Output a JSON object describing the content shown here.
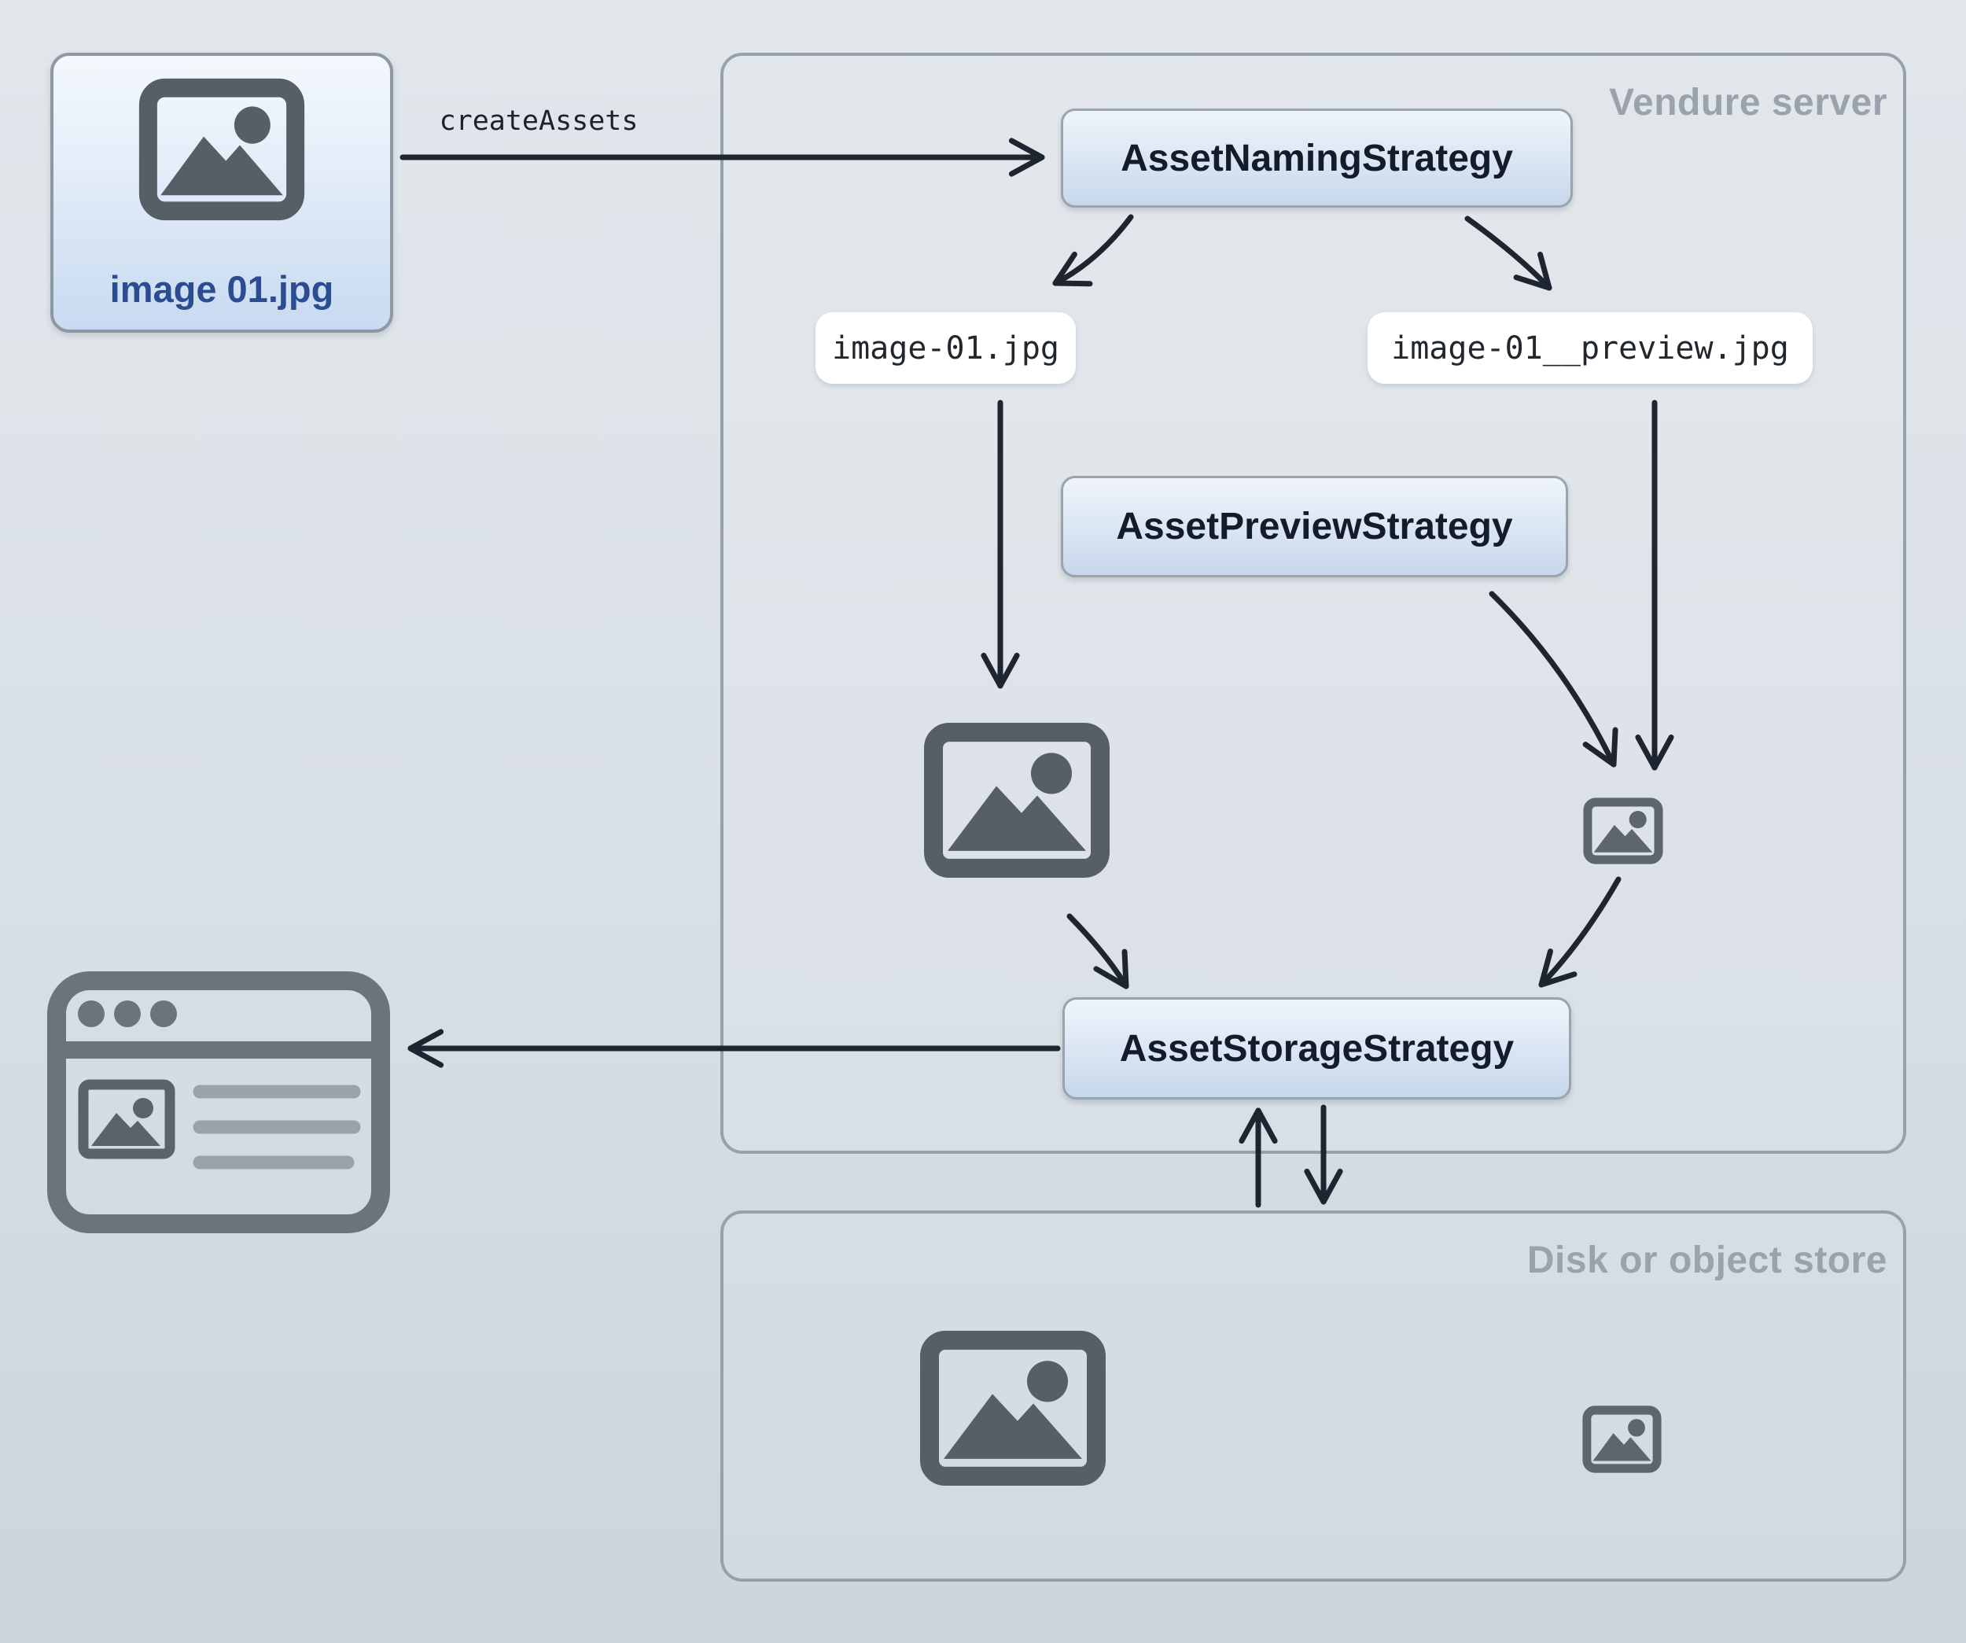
{
  "card": {
    "label": "image 01.jpg"
  },
  "flow": {
    "create_assets_label": "createAssets"
  },
  "server": {
    "label": "Vendure server",
    "naming_box": "AssetNamingStrategy",
    "preview_box": "AssetPreviewStrategy",
    "storage_box": "AssetStorageStrategy",
    "original_filename": "image-01.jpg",
    "preview_filename": "image-01__preview.jpg"
  },
  "store": {
    "label": "Disk or object store"
  },
  "edges": [
    {
      "from": "source-image-card",
      "to": "asset-naming-strategy",
      "label": "createAssets"
    },
    {
      "from": "asset-naming-strategy",
      "to": "original-filename-pill",
      "label": ""
    },
    {
      "from": "asset-naming-strategy",
      "to": "preview-filename-pill",
      "label": ""
    },
    {
      "from": "original-filename-pill",
      "to": "server-image",
      "label": ""
    },
    {
      "from": "preview-filename-pill",
      "to": "server-preview-image",
      "label": ""
    },
    {
      "from": "asset-preview-strategy",
      "to": "server-preview-image",
      "label": ""
    },
    {
      "from": "server-image",
      "to": "asset-storage-strategy",
      "label": ""
    },
    {
      "from": "server-preview-image",
      "to": "asset-storage-strategy",
      "label": ""
    },
    {
      "from": "asset-storage-strategy",
      "to": "browser",
      "label": ""
    },
    {
      "from": "disk-store",
      "to": "asset-storage-strategy",
      "label": ""
    },
    {
      "from": "asset-storage-strategy",
      "to": "disk-store",
      "label": ""
    }
  ],
  "icons": {
    "image_icon": "picture placeholder (frame, sun, mountains)",
    "browser_icon": "browser window with traffic lights, thumbnail and text lines"
  },
  "colors": {
    "background_top": "#e0e6ea",
    "background_bottom": "#cbd5dc",
    "container_border": "#97a1a9",
    "muted_label": "#9aa3ac",
    "node_gradient_top": "#eff4fb",
    "node_gradient_bottom": "#c7d7ec",
    "node_text": "#141b2b",
    "pill_background": "#ffffff",
    "card_label_text": "#2b4c90",
    "arrow": "#1e2430",
    "image_icon": "#565e66",
    "browser_icon": "#6b747d"
  }
}
